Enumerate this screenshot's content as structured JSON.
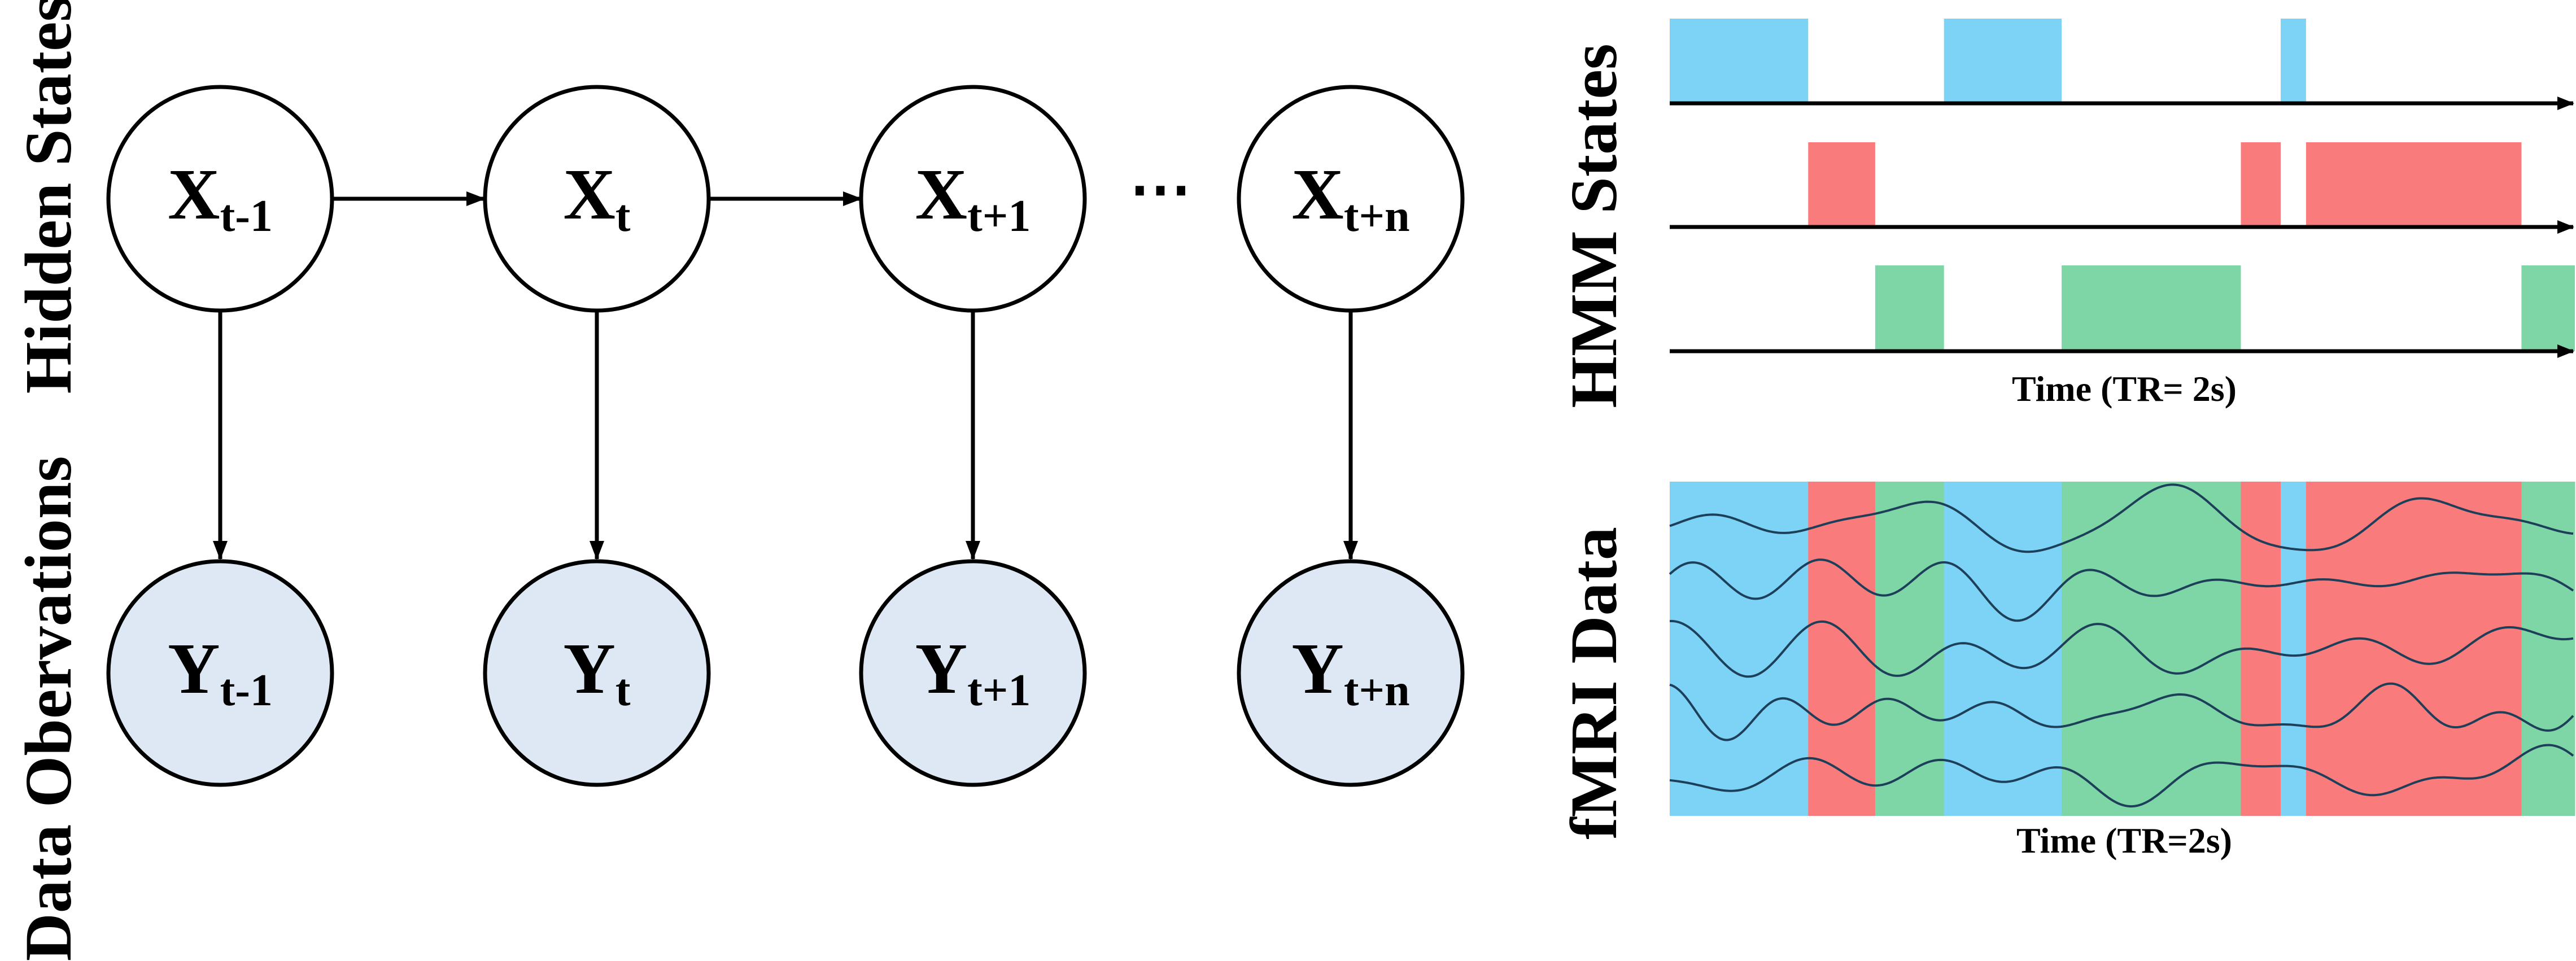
{
  "left_diagram": {
    "hidden_label": "Hidden States",
    "observed_label": "Data Obervations",
    "ellipsis": "⋯",
    "hidden_nodes": [
      {
        "letter": "X",
        "sub": "t-1"
      },
      {
        "letter": "X",
        "sub": "t"
      },
      {
        "letter": "X",
        "sub": "t+1"
      },
      {
        "letter": "X",
        "sub": "t+n"
      }
    ],
    "observed_nodes": [
      {
        "letter": "Y",
        "sub": "t-1"
      },
      {
        "letter": "Y",
        "sub": "t"
      },
      {
        "letter": "Y",
        "sub": "t+1"
      },
      {
        "letter": "Y",
        "sub": "t+n"
      }
    ]
  },
  "hmm_panel": {
    "label": "HMM States",
    "xlabel": "Time (TR= 2s)"
  },
  "fmri_panel": {
    "label": "fMRI Data",
    "xlabel": "Time (TR=2s)"
  },
  "colors": {
    "hidden_fill": "#ffffff",
    "observed_fill": "#dde8f4",
    "state_blue": "#7dd3f5",
    "state_red": "#f97b7b",
    "state_green": "#7ed6a6",
    "signal": "#1d3f5a"
  },
  "chart_data": {
    "type": "state-timeline",
    "x_unit": "TR",
    "time_range": [
      0,
      100
    ],
    "states": [
      "blue",
      "red",
      "green"
    ],
    "segments": [
      {
        "state": "blue",
        "start": 0,
        "end": 15.3
      },
      {
        "state": "red",
        "start": 15.3,
        "end": 22.7
      },
      {
        "state": "green",
        "start": 22.7,
        "end": 30.3
      },
      {
        "state": "blue",
        "start": 30.3,
        "end": 43.3
      },
      {
        "state": "green",
        "start": 43.3,
        "end": 63.1
      },
      {
        "state": "red",
        "start": 63.1,
        "end": 67.5
      },
      {
        "state": "blue",
        "start": 67.5,
        "end": 70.3
      },
      {
        "state": "red",
        "start": 70.3,
        "end": 94.1
      },
      {
        "state": "green",
        "start": 94.1,
        "end": 100
      }
    ],
    "signal_count": 5
  }
}
